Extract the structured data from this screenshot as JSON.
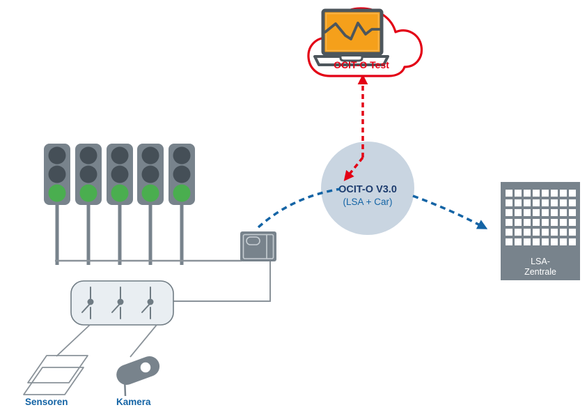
{
  "colors": {
    "red": "#e30015",
    "blue": "#1464a5",
    "navy": "#1d3c6e",
    "gray": "#78838c",
    "dark_gray": "#4d565c",
    "signal_dark": "#454f57",
    "green": "#4aae4f",
    "hub_fill": "#c9d5e1",
    "panel_fill": "#e9eef2",
    "line_gray": "#8a9299",
    "orange": "#f5a01b",
    "white": "#ffffff"
  },
  "cloud": {
    "label": "OCIT-O Test",
    "icon": "laptop-chart-icon"
  },
  "hub": {
    "title": "OCIT-O V3.0",
    "subtitle": "(LSA + Car)"
  },
  "building": {
    "label_line1": "LSA-",
    "label_line2": "Zentrale",
    "icon": "office-building-icon"
  },
  "sensors": {
    "label": "Sensoren",
    "icon": "induction-loops-icon"
  },
  "camera": {
    "label": "Kamera",
    "icon": "surveillance-camera-icon"
  },
  "traffic_lights": {
    "count": 5,
    "active_light": "green",
    "icon": "traffic-light-icon"
  },
  "controller": {
    "icon": "controller-cabinet-icon"
  },
  "junction_box": {
    "icon": "switch-panel-icon",
    "switch_count": 3
  },
  "links": [
    {
      "from": "hub",
      "to": "cloud",
      "style": "dashed",
      "color": "red",
      "arrowhead": "at-cloud"
    },
    {
      "from": "cloud",
      "to": "hub",
      "style": "dashed",
      "color": "red",
      "arrowhead": "into-hub"
    },
    {
      "from": "controller",
      "to": "hub",
      "style": "dashed",
      "color": "blue",
      "arrowhead": "none"
    },
    {
      "from": "hub",
      "to": "building",
      "style": "dashed",
      "color": "blue",
      "arrowhead": "at-building"
    }
  ]
}
